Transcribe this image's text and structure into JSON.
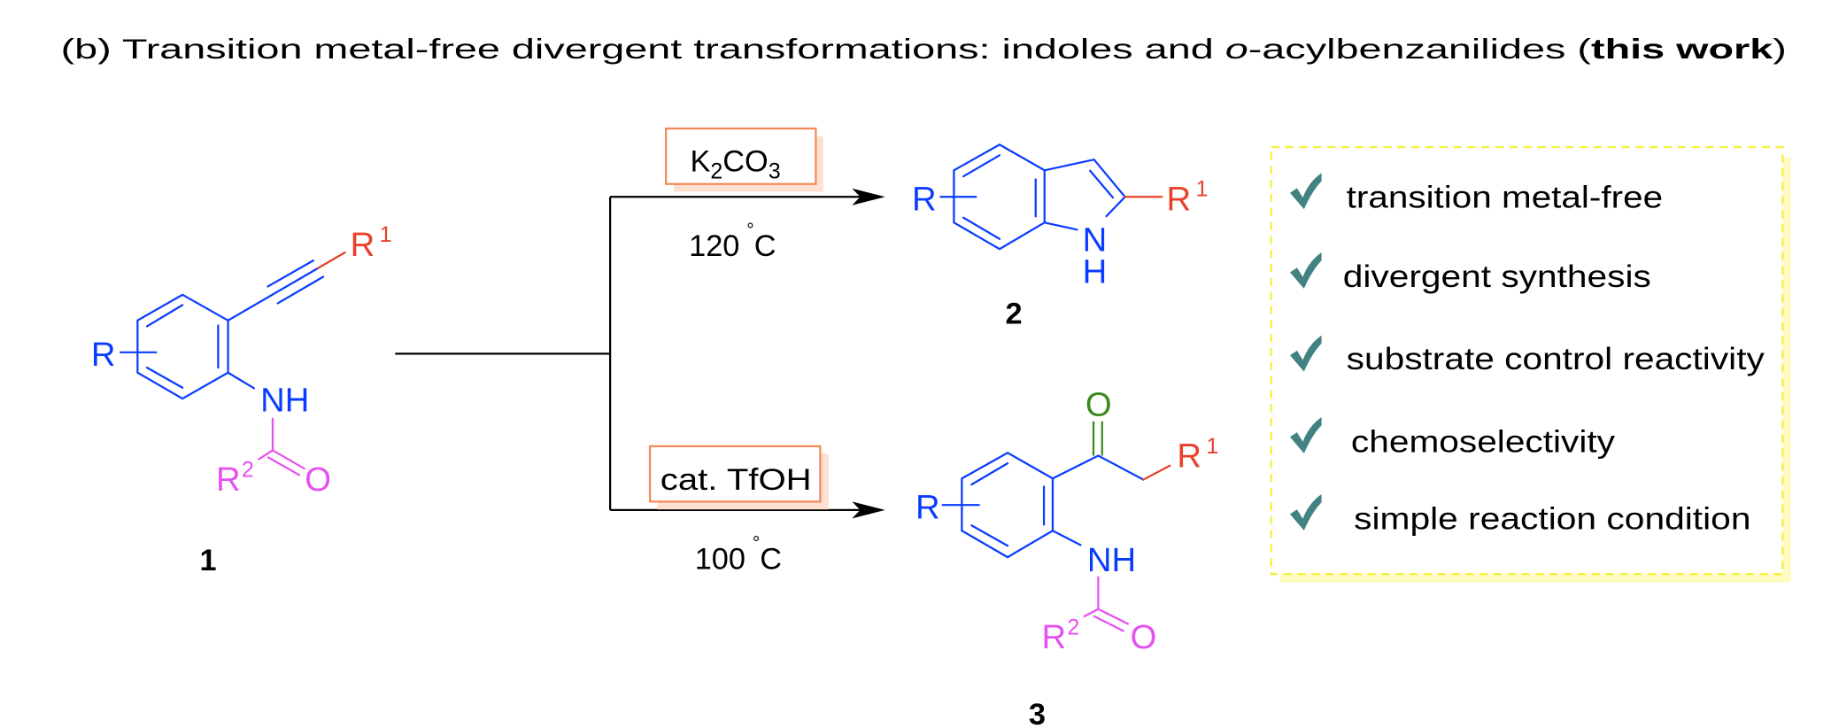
{
  "title": {
    "prefix": "(b) Transition metal-free divergent transformations: indoles and ",
    "italic": "o",
    "middle": "-acylbenzanilides (",
    "bold": "this work",
    "suffix": ")"
  },
  "compounds": [
    {
      "label": "1",
      "R": "R",
      "R1": "R",
      "R1_sup": "1",
      "NH": "NH",
      "R2": "R",
      "R2_sup": "2",
      "O": "O"
    },
    {
      "label": "2",
      "R": "R",
      "R1": "R",
      "R1_sup": "1",
      "N": "N",
      "H": "H"
    },
    {
      "label": "3",
      "R": "R",
      "R1": "R",
      "R1_sup": "1",
      "NH": "NH",
      "R2": "R",
      "R2_sup": "2",
      "O_amide": "O",
      "O_ketone": "O"
    }
  ],
  "reactions": [
    {
      "reagent_main": "K",
      "reagent_sub1": "2",
      "reagent_mid": "CO",
      "reagent_sub2": "3",
      "temp_value": "120",
      "temp_degree": "°",
      "temp_unit": "C"
    },
    {
      "reagent": "cat. TfOH",
      "temp_value": "100",
      "temp_degree": "°",
      "temp_unit": "C"
    }
  ],
  "features": [
    "transition metal-free",
    "divergent synthesis",
    "substrate control reactivity",
    "chemoselectivity",
    "simple reaction condition"
  ],
  "colors": {
    "R_blue": "#0a3cff",
    "R1_red": "#e8402a",
    "R2_magenta": "#e650f0",
    "ketone_green": "#3c8a1e",
    "reagent_box": "#f28a58",
    "check": "#428282",
    "feature_box": "#f5ef3a"
  }
}
